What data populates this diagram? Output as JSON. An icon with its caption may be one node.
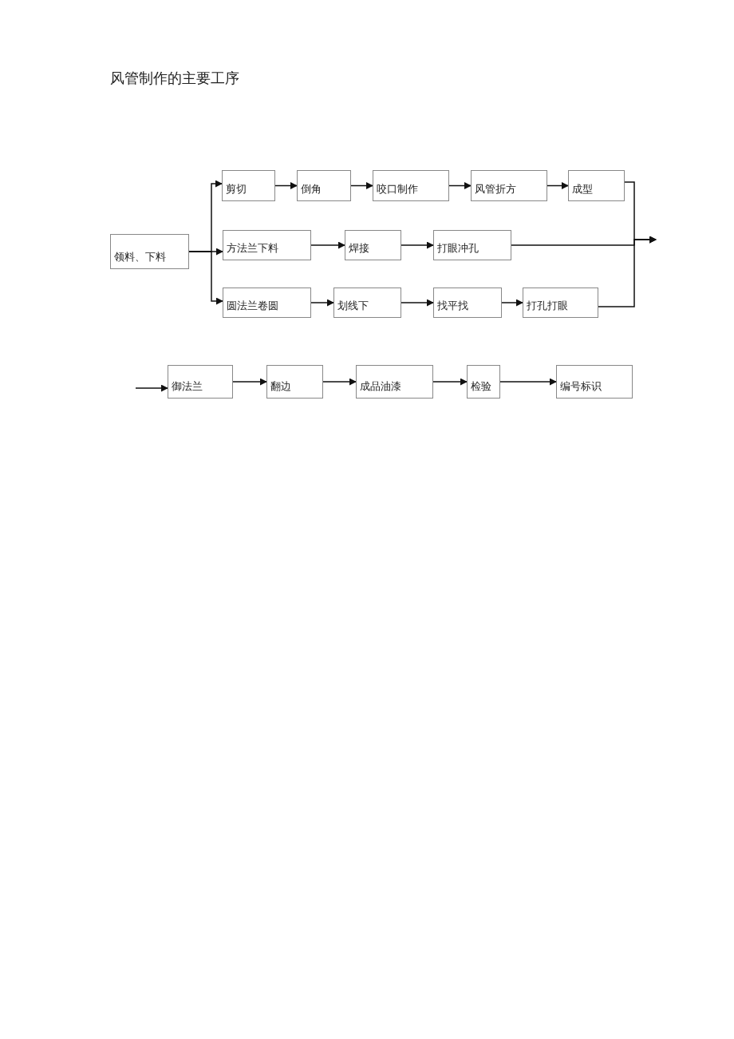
{
  "diagram": {
    "title": "风管制作的主要工序",
    "nodes": [
      {
        "text": [
          "领料、下料"
        ]
      },
      {
        "text": [
          "剪切"
        ]
      },
      {
        "text": [
          "倒角"
        ]
      },
      {
        "text": [
          "咬口制作"
        ]
      },
      {
        "text": [
          "风管折方"
        ]
      },
      {
        "text": [
          "成型"
        ]
      },
      {
        "text": [
          "方法兰下料"
        ]
      },
      {
        "text": [
          "焊接"
        ]
      },
      {
        "text": [
          "打眼冲孔"
        ]
      },
      {
        "text": [
          "圆法兰卷圆"
        ]
      },
      {
        "text": [
          "划线下"
        ]
      },
      {
        "text": [
          "找平找"
        ]
      },
      {
        "text": [
          "打孔打眼"
        ]
      },
      {
        "text": [
          "御法兰"
        ]
      },
      {
        "text": [
          "翻边"
        ]
      },
      {
        "text": [
          "成品油漆"
        ]
      },
      {
        "text": [
          "检验"
        ]
      },
      {
        "text": [
          "编号标识"
        ]
      }
    ],
    "edges": [
      {
        "from": 0,
        "to": 1,
        "arrow": "to"
      },
      {
        "from": 0,
        "to": 6,
        "arrow": "to"
      },
      {
        "from": 0,
        "to": 9,
        "arrow": "to"
      },
      {
        "from": 1,
        "to": 2,
        "arrow": "to"
      },
      {
        "from": 2,
        "to": 3,
        "arrow": "to"
      },
      {
        "from": 3,
        "to": 4,
        "arrow": "to"
      },
      {
        "from": 4,
        "to": 5,
        "arrow": "to"
      },
      {
        "from": 6,
        "to": 7,
        "arrow": "to"
      },
      {
        "from": 7,
        "to": 8,
        "arrow": "to"
      },
      {
        "from": 9,
        "to": 10,
        "arrow": "to"
      },
      {
        "from": 10,
        "to": 11,
        "arrow": "to"
      },
      {
        "from": 11,
        "to": 12,
        "arrow": "to"
      },
      {
        "from": 5,
        "to": null,
        "arrow": "to"
      },
      {
        "from": 8,
        "to": null,
        "arrow": "to"
      },
      {
        "from": 12,
        "to": null,
        "arrow": "to"
      },
      {
        "from": null,
        "to": 13,
        "arrow": "to"
      },
      {
        "from": 13,
        "to": 14,
        "arrow": "to"
      },
      {
        "from": 14,
        "to": 15,
        "arrow": "to"
      },
      {
        "from": 15,
        "to": 16,
        "arrow": "to"
      },
      {
        "from": 16,
        "to": 17,
        "arrow": "to"
      }
    ]
  }
}
